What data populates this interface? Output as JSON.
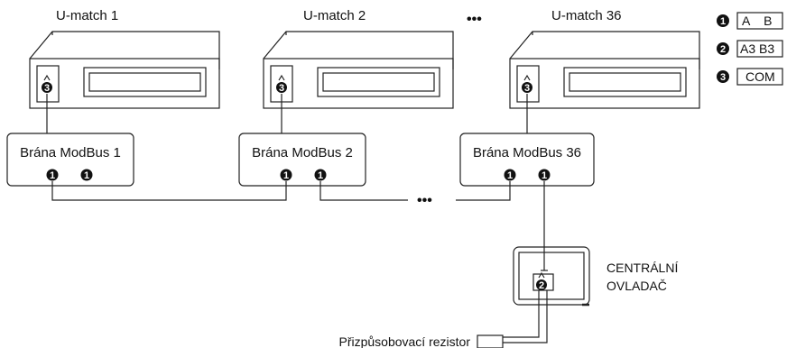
{
  "units": [
    {
      "title": "U-match 1",
      "gateway": "Brána ModBus 1"
    },
    {
      "title": "U-match 2",
      "gateway": "Brána ModBus 2"
    },
    {
      "title": "U-match 36",
      "gateway": "Brána ModBus 36"
    }
  ],
  "ellipsis": "•••",
  "controller": {
    "line1": "CENTRÁLNÍ",
    "line2": "OVLADAČ"
  },
  "resistor_label": "Přizpůsobovací rezistor",
  "legend": [
    {
      "number": "1",
      "terminal": "A    B"
    },
    {
      "number": "2",
      "terminal": "A3 B3"
    },
    {
      "number": "3",
      "terminal": "COM"
    }
  ],
  "port_numbers": {
    "one": "1",
    "two": "2",
    "three": "3"
  }
}
